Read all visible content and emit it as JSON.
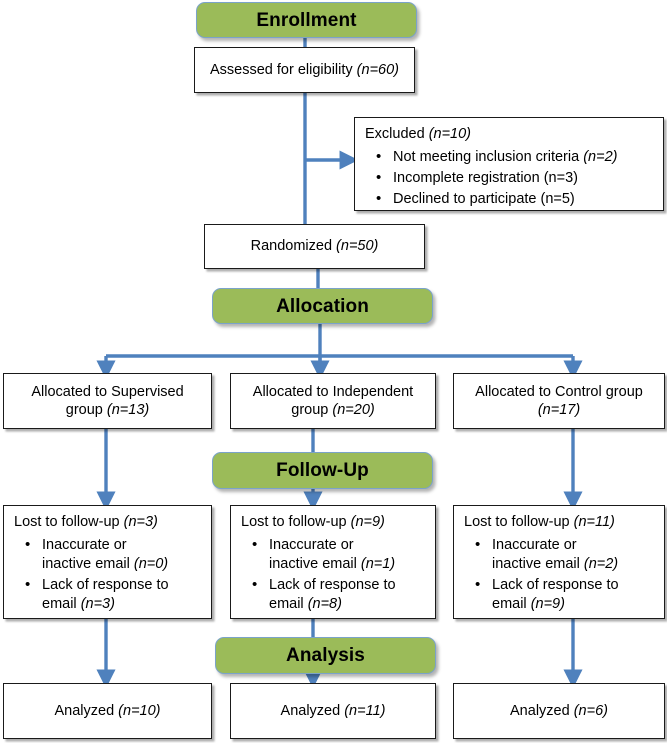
{
  "diagram": {
    "title": "CONSORT participant flow diagram",
    "colors": {
      "stage_fill": "#9BBB59",
      "stage_border": "#7BA3C9",
      "arrow": "#4F81BD",
      "box_border": "#1A1A1A",
      "box_fill": "#FFFFFF",
      "text": "#000000"
    }
  },
  "stages": {
    "enrollment": "Enrollment",
    "allocation": "Allocation",
    "followup": "Follow-Up",
    "analysis": "Analysis"
  },
  "enrollment": {
    "assessed": {
      "label": "Assessed for eligibility ",
      "n": "(n=60)"
    },
    "excluded": {
      "title": "Excluded ",
      "title_n": "(n=10)",
      "reasons": [
        {
          "label": "Not meeting inclusion criteria ",
          "n": "(n=2)",
          "n_italic": true
        },
        {
          "label": "Incomplete registration ",
          "n": "(n=3)",
          "n_italic": false
        },
        {
          "label": "Declined to participate ",
          "n": "(n=5)",
          "n_italic": false
        }
      ]
    },
    "randomized": {
      "label": "Randomized ",
      "n": "(n=50)"
    }
  },
  "allocation_row": [
    {
      "line1": "Allocated to Supervised",
      "line2": "group ",
      "n": "(n=13)"
    },
    {
      "line1": "Allocated to Independent",
      "line2": "group ",
      "n": "(n=20)"
    },
    {
      "line1": "Allocated to Control group",
      "line2": "",
      "n": "(n=17)"
    }
  ],
  "followup_row": [
    {
      "title": "Lost to follow-up ",
      "title_n": "(n=3)",
      "reasons": [
        {
          "line1": "Inaccurate or",
          "line2": "inactive email ",
          "n": "(n=0)"
        },
        {
          "line1": "Lack of response to",
          "line2": "email ",
          "n": "(n=3)"
        }
      ]
    },
    {
      "title": "Lost to follow-up ",
      "title_n": "(n=9)",
      "reasons": [
        {
          "line1": "Inaccurate or",
          "line2": "inactive email ",
          "n": "(n=1)"
        },
        {
          "line1": "Lack of response to",
          "line2": "email ",
          "n": "(n=8)"
        }
      ]
    },
    {
      "title": "Lost to follow-up ",
      "title_n": "(n=11)",
      "reasons": [
        {
          "line1": "Inaccurate or",
          "line2": "inactive email ",
          "n": "(n=2)"
        },
        {
          "line1": "Lack of response to",
          "line2": "email ",
          "n": "(n=9)"
        }
      ]
    }
  ],
  "analysis_row": [
    {
      "label": "Analyzed ",
      "n": "(n=10)"
    },
    {
      "label": "Analyzed ",
      "n": "(n=11)"
    },
    {
      "label": "Analyzed ",
      "n": "(n=6)"
    }
  ]
}
